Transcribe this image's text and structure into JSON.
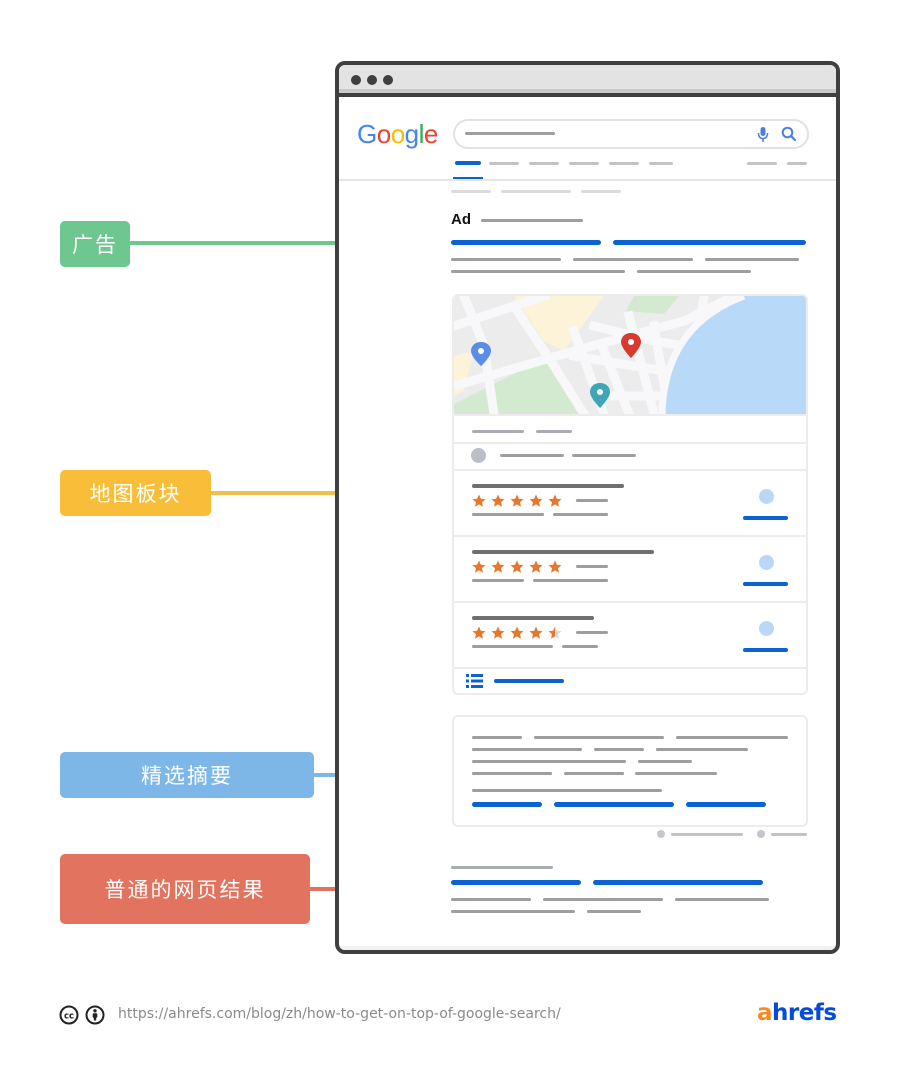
{
  "diagram": {
    "title": "Google SERP anatomy",
    "labels": [
      {
        "id": "ads",
        "text": "广告",
        "color": "#6ec78f"
      },
      {
        "id": "map-pack",
        "text": "地图板块",
        "color": "#f8be3a"
      },
      {
        "id": "featured-snippet",
        "text": "精选摘要",
        "color": "#7db7e8"
      },
      {
        "id": "organic-results",
        "text": "普通的网页结果",
        "color": "#e2735f"
      }
    ]
  },
  "browser": {
    "window_dots": 3,
    "logo": {
      "letters": [
        "G",
        "o",
        "o",
        "g",
        "l",
        "e"
      ],
      "colors": [
        "#4285f4",
        "#ea4335",
        "#fbbc05",
        "#4285f4",
        "#34a853",
        "#ea4335"
      ]
    },
    "search": {
      "mic_icon": "mic-icon",
      "search_icon": "search-icon"
    },
    "ad_label": "Ad"
  },
  "map_pack": {
    "pins": [
      {
        "color": "#5a8ee6",
        "name": "blue-pin"
      },
      {
        "color": "#d93a2f",
        "name": "red-pin"
      },
      {
        "color": "#3fa6b8",
        "name": "teal-pin"
      }
    ],
    "listings": [
      {
        "stars": 5
      },
      {
        "stars": 5
      },
      {
        "stars": 4.5
      }
    ],
    "star_color": "#e8772e"
  },
  "footer": {
    "license_icons": [
      "cc-icon",
      "attribution-icon"
    ],
    "url": "https://ahrefs.com/blog/zh/how-to-get-on-top-of-google-search/",
    "brand_a": "a",
    "brand_rest": "hrefs",
    "brand_a_color": "#f68b1f",
    "brand_color": "#054ada"
  }
}
